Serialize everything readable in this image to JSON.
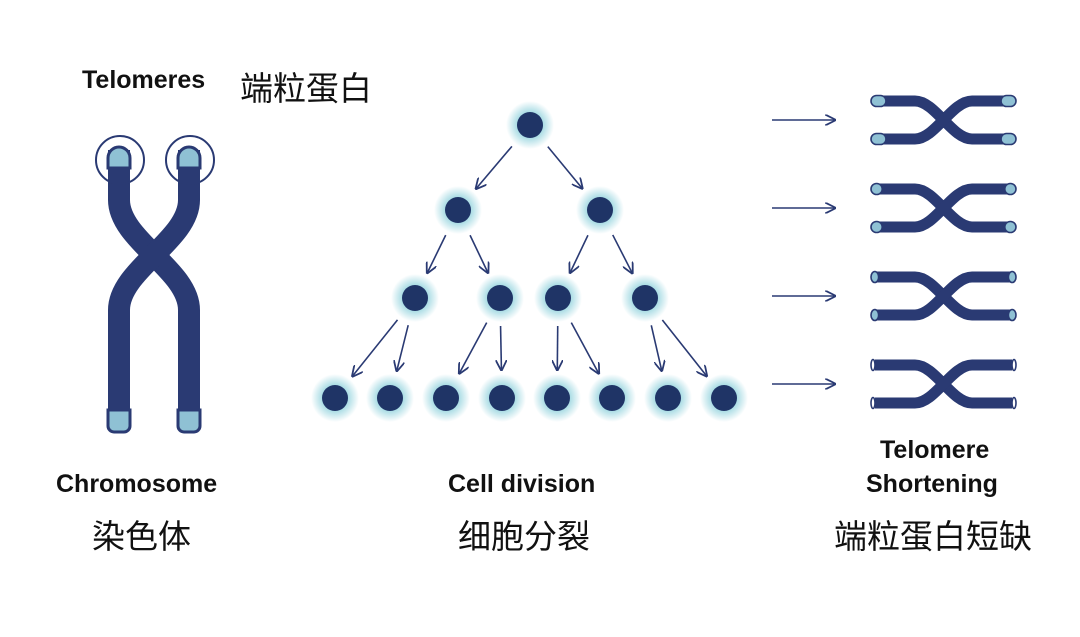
{
  "labels": {
    "telomeres_en": "Telomeres",
    "telomeres_zh": "端粒蛋白",
    "chromosome_en": "Chromosome",
    "chromosome_zh": "染色体",
    "cell_division_en": "Cell division",
    "cell_division_zh": "细胞分裂",
    "shortening_en_line1": "Telomere",
    "shortening_en_line2": "Shortening",
    "shortening_zh": "端粒蛋白短缺"
  },
  "diagram": {
    "division_levels": [
      1,
      2,
      4,
      8
    ],
    "shortening_steps": 4,
    "telomere_remaining_fraction": [
      1.0,
      0.66,
      0.33,
      0.0
    ]
  },
  "colors": {
    "chromosome": "#2a3a73",
    "telomere": "#8fc1d4",
    "cell": "#1f3466",
    "cell_glow": "#8fd1dc",
    "arrow": "#2a3a73",
    "text": "#111111"
  }
}
